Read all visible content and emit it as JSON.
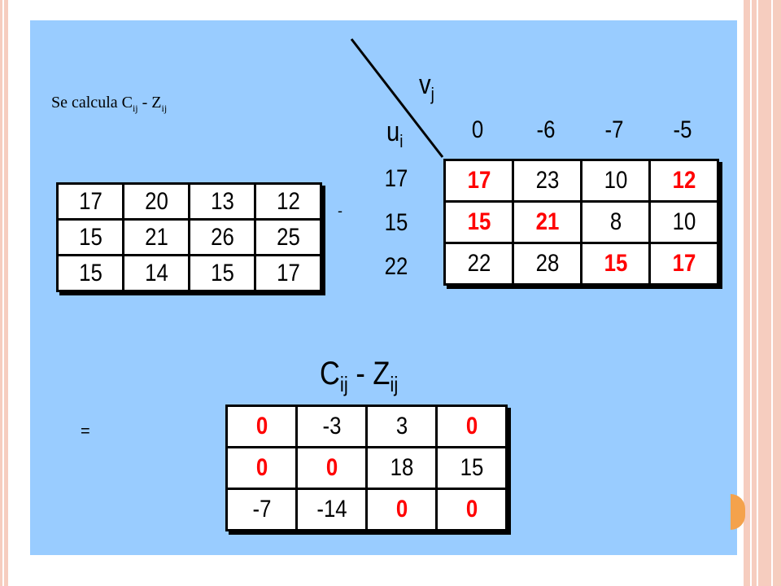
{
  "heading": {
    "prefix": "Se calcula C",
    "sub1": "ij",
    "mid": " - Z",
    "sub2": "ij"
  },
  "operators": {
    "minus": "-",
    "equals": "="
  },
  "cost_table": [
    [
      "17",
      "20",
      "13",
      "12"
    ],
    [
      "15",
      "21",
      "26",
      "25"
    ],
    [
      "15",
      "14",
      "15",
      "17"
    ]
  ],
  "v_label": {
    "base": "v",
    "sub": "j"
  },
  "u_label": {
    "base": "u",
    "sub": "i"
  },
  "v_values": [
    "0",
    "-6",
    "-7",
    "-5"
  ],
  "u_values": [
    "17",
    "15",
    "22"
  ],
  "z_table": [
    [
      {
        "v": "17",
        "hl": true
      },
      {
        "v": "23",
        "hl": false
      },
      {
        "v": "10",
        "hl": false
      },
      {
        "v": "12",
        "hl": true
      }
    ],
    [
      {
        "v": "15",
        "hl": true
      },
      {
        "v": "21",
        "hl": true
      },
      {
        "v": "8",
        "hl": false
      },
      {
        "v": "10",
        "hl": false
      }
    ],
    [
      {
        "v": "22",
        "hl": false
      },
      {
        "v": "28",
        "hl": false
      },
      {
        "v": "15",
        "hl": true
      },
      {
        "v": "17",
        "hl": true
      }
    ]
  ],
  "result_title": {
    "c": "C",
    "sub1": "ij",
    "mid": " - Z",
    "sub2": "ij"
  },
  "result_table": [
    [
      {
        "v": "0",
        "hl": true
      },
      {
        "v": "-3",
        "hl": false
      },
      {
        "v": "3",
        "hl": false
      },
      {
        "v": "0",
        "hl": true
      }
    ],
    [
      {
        "v": "0",
        "hl": true
      },
      {
        "v": "0",
        "hl": true
      },
      {
        "v": "18",
        "hl": false
      },
      {
        "v": "15",
        "hl": false
      }
    ],
    [
      {
        "v": "-7",
        "hl": false
      },
      {
        "v": "-14",
        "hl": false
      },
      {
        "v": "0",
        "hl": true
      },
      {
        "v": "0",
        "hl": true
      }
    ]
  ],
  "colors": {
    "panel": "#99ccff",
    "highlight": "#ff0000",
    "border_accent": "#f6cdbf",
    "dot": "#f4a24c"
  }
}
